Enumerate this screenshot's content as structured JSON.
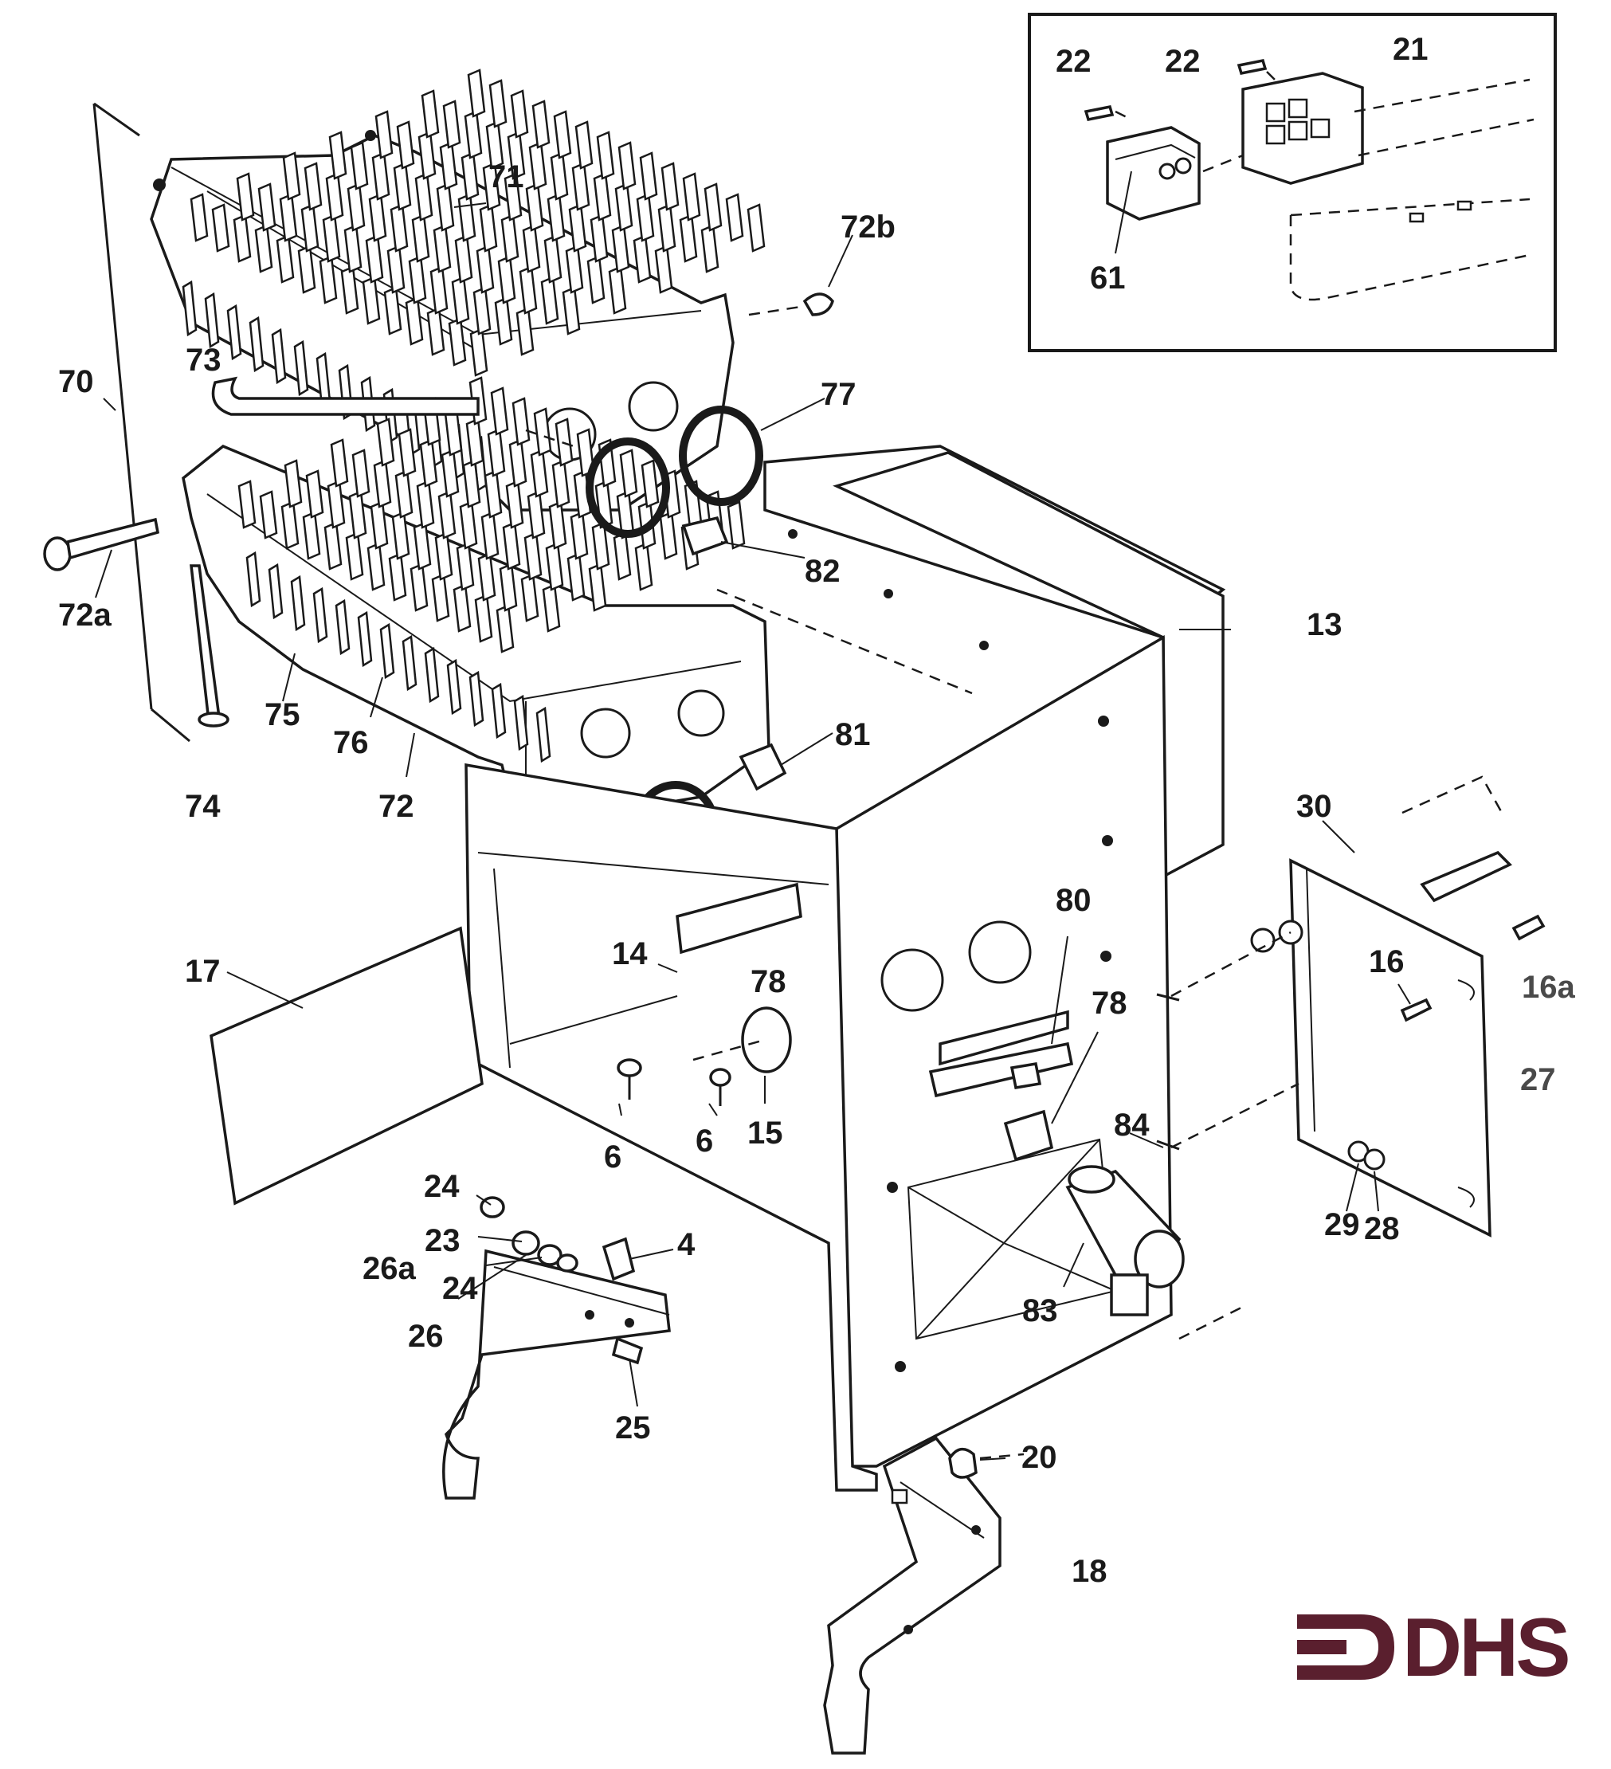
{
  "labels": [
    {
      "name": "label-13",
      "text": "13"
    },
    {
      "name": "label-4",
      "text": "4"
    },
    {
      "name": "label-6-left",
      "text": "6"
    },
    {
      "name": "label-6-right",
      "text": "6"
    },
    {
      "name": "label-14",
      "text": "14"
    },
    {
      "name": "label-15",
      "text": "15"
    },
    {
      "name": "label-16",
      "text": "16"
    },
    {
      "name": "label-16a",
      "text": "16a"
    },
    {
      "name": "label-17",
      "text": "17"
    },
    {
      "name": "label-18",
      "text": "18"
    },
    {
      "name": "label-20",
      "text": "20"
    },
    {
      "name": "label-21",
      "text": "21"
    },
    {
      "name": "label-22-left",
      "text": "22"
    },
    {
      "name": "label-22-right",
      "text": "22"
    },
    {
      "name": "label-23",
      "text": "23"
    },
    {
      "name": "label-24-top",
      "text": "24"
    },
    {
      "name": "label-24-bottom",
      "text": "24"
    },
    {
      "name": "label-25",
      "text": "25"
    },
    {
      "name": "label-26",
      "text": "26"
    },
    {
      "name": "label-26a",
      "text": "26a"
    },
    {
      "name": "label-27",
      "text": "27"
    },
    {
      "name": "label-28",
      "text": "28"
    },
    {
      "name": "label-29",
      "text": "29"
    },
    {
      "name": "label-30",
      "text": "30"
    },
    {
      "name": "label-61",
      "text": "61"
    },
    {
      "name": "label-70",
      "text": "70"
    },
    {
      "name": "label-71",
      "text": "71"
    },
    {
      "name": "label-72",
      "text": "72"
    },
    {
      "name": "label-72a",
      "text": "72a"
    },
    {
      "name": "label-72b",
      "text": "72b"
    },
    {
      "name": "label-73",
      "text": "73"
    },
    {
      "name": "label-74",
      "text": "74"
    },
    {
      "name": "label-75",
      "text": "75"
    },
    {
      "name": "label-76",
      "text": "76"
    },
    {
      "name": "label-77",
      "text": "77"
    },
    {
      "name": "label-78-left",
      "text": "78"
    },
    {
      "name": "label-78-right",
      "text": "78"
    },
    {
      "name": "label-80",
      "text": "80"
    },
    {
      "name": "label-81",
      "text": "81"
    },
    {
      "name": "label-82",
      "text": "82"
    },
    {
      "name": "label-83",
      "text": "83"
    },
    {
      "name": "label-84",
      "text": "84"
    }
  ],
  "logo": {
    "text": "DHS",
    "color": "#5a1f2e"
  },
  "colors": {
    "ink": "#1a1a1a",
    "paper": "#ffffff"
  }
}
